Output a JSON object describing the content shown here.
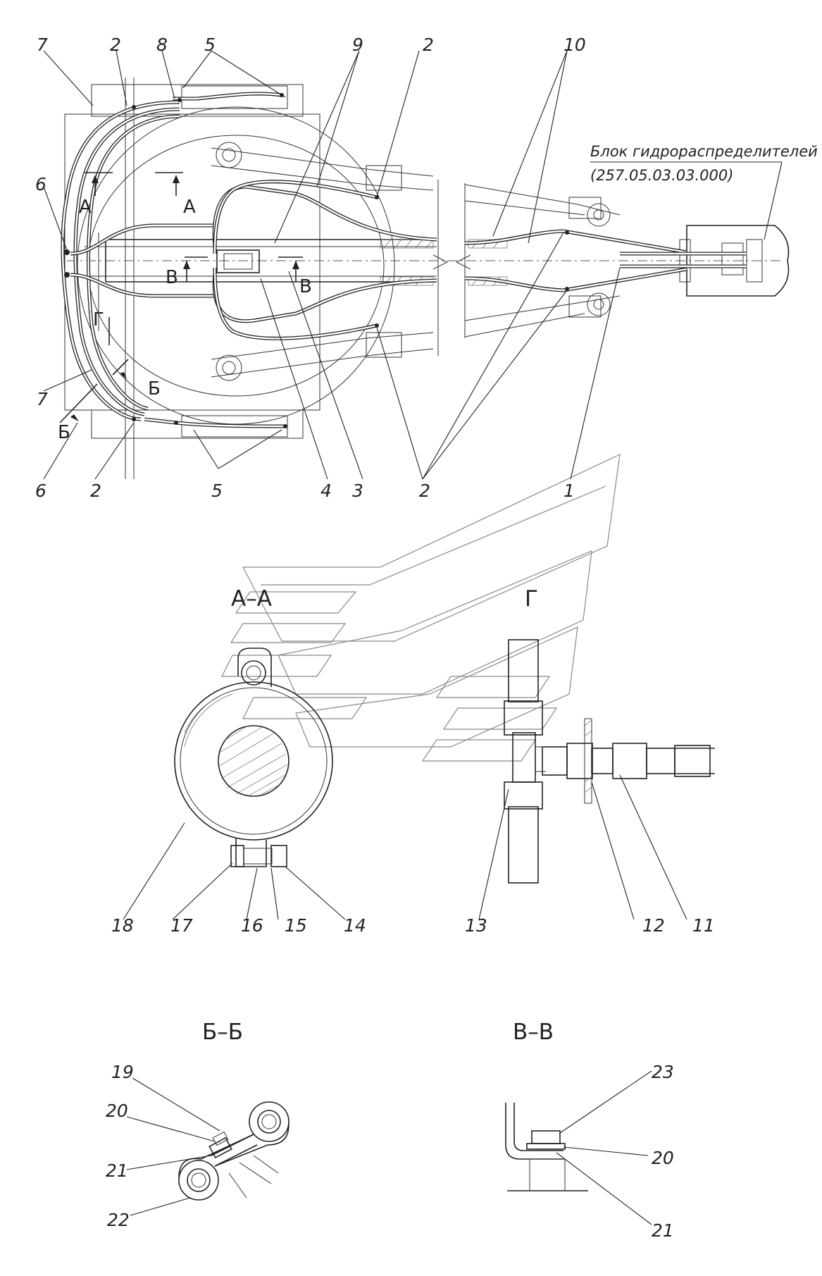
{
  "main_view": {
    "callouts": {
      "c7_top": "7",
      "c2_top_left": "2",
      "c8": "8",
      "c5_top": "5",
      "c9": "9",
      "c2_top_mid": "2",
      "c10": "10",
      "c6_left": "6",
      "c7_left": "7",
      "c6_bottom": "6",
      "c2_bottom": "2",
      "c5_bottom": "5",
      "c4": "4",
      "c3": "3",
      "c2_bottom_mid": "2",
      "c1": "1"
    },
    "cut_marks": {
      "a_left": "А",
      "a_right": "А",
      "v_left": "В",
      "v_right": "В",
      "g": "Г",
      "b_left": "Б",
      "b_right": "Б"
    },
    "valve_block_note": {
      "line1": "Блок гидрораспределителей",
      "line2": "(257.05.03.03.000)"
    }
  },
  "section_aa": {
    "title": "А–А",
    "callouts": {
      "c18": "18",
      "c17": "17",
      "c16": "16",
      "c15": "15",
      "c14": "14"
    }
  },
  "view_g": {
    "title": "Г",
    "callouts": {
      "c13": "13",
      "c12": "12",
      "c11": "11"
    }
  },
  "section_bb": {
    "title": "Б–Б",
    "callouts": {
      "c19": "19",
      "c20": "20",
      "c21": "21",
      "c22": "22"
    }
  },
  "section_vv": {
    "title": "В–В",
    "callouts": {
      "c23": "23",
      "c20": "20",
      "c21": "21"
    }
  },
  "colors": {
    "line": "#222222",
    "background": "#ffffff",
    "watermark": "#888888"
  }
}
